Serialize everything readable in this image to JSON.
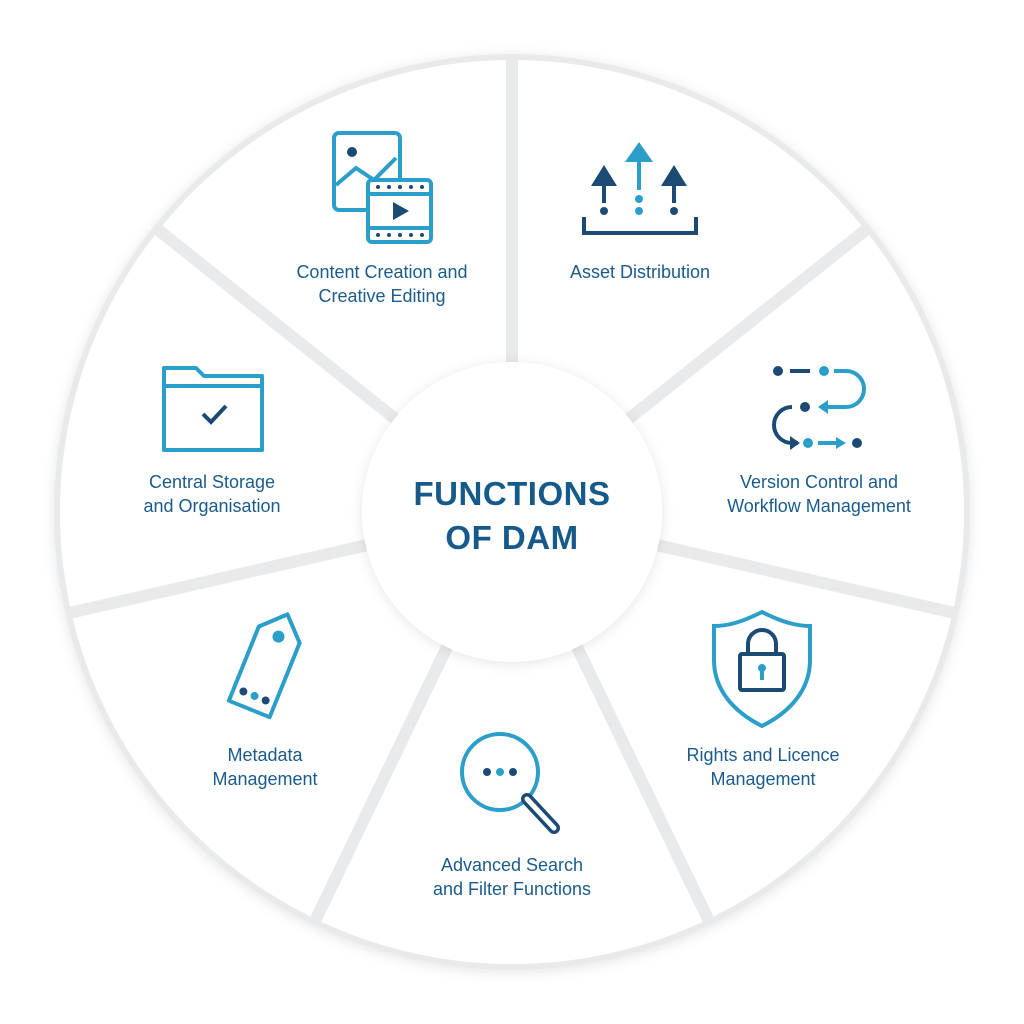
{
  "title": {
    "line1": "FUNCTIONS",
    "line2": "OF DAM"
  },
  "colors": {
    "navy": "#1b4b74",
    "accent": "#2b9fc9",
    "text": "#1a5b8c",
    "gap": "#e6e7e8"
  },
  "segments": [
    {
      "icon": "asset-distribution-icon",
      "line1": "Asset Distribution",
      "line2": ""
    },
    {
      "icon": "workflow-icon",
      "line1": "Version Control and",
      "line2": "Workflow Management"
    },
    {
      "icon": "shield-lock-icon",
      "line1": "Rights and Licence",
      "line2": "Management"
    },
    {
      "icon": "search-icon",
      "line1": "Advanced Search",
      "line2": "and Filter Functions"
    },
    {
      "icon": "tag-icon",
      "line1": "Metadata",
      "line2": "Management"
    },
    {
      "icon": "folder-check-icon",
      "line1": "Central Storage",
      "line2": "and Organisation"
    },
    {
      "icon": "image-video-icon",
      "line1": "Content Creation and",
      "line2": "Creative Editing"
    }
  ]
}
